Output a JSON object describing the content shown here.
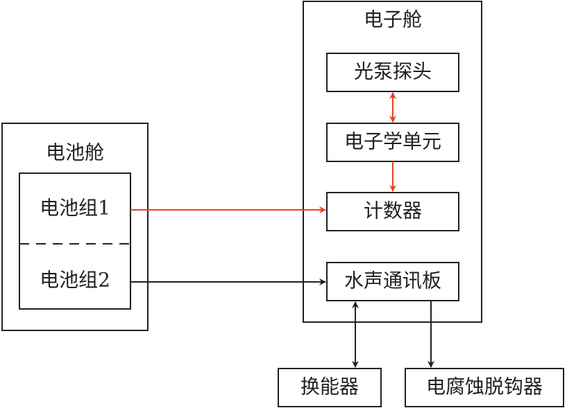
{
  "diagram": {
    "battery_cabin": {
      "title": "电池舱",
      "group1": "电池组1",
      "group2": "电池组2"
    },
    "electronics_cabin": {
      "title": "电子舱",
      "pump_probe": "光泵探头",
      "electronics_unit": "电子学单元",
      "counter": "计数器",
      "acoustic_board": "水声通讯板"
    },
    "transducer": "换能器",
    "release_hook": "电腐蚀脱钩器",
    "colors": {
      "line": "#231f20",
      "accent": "#e8411c"
    }
  }
}
